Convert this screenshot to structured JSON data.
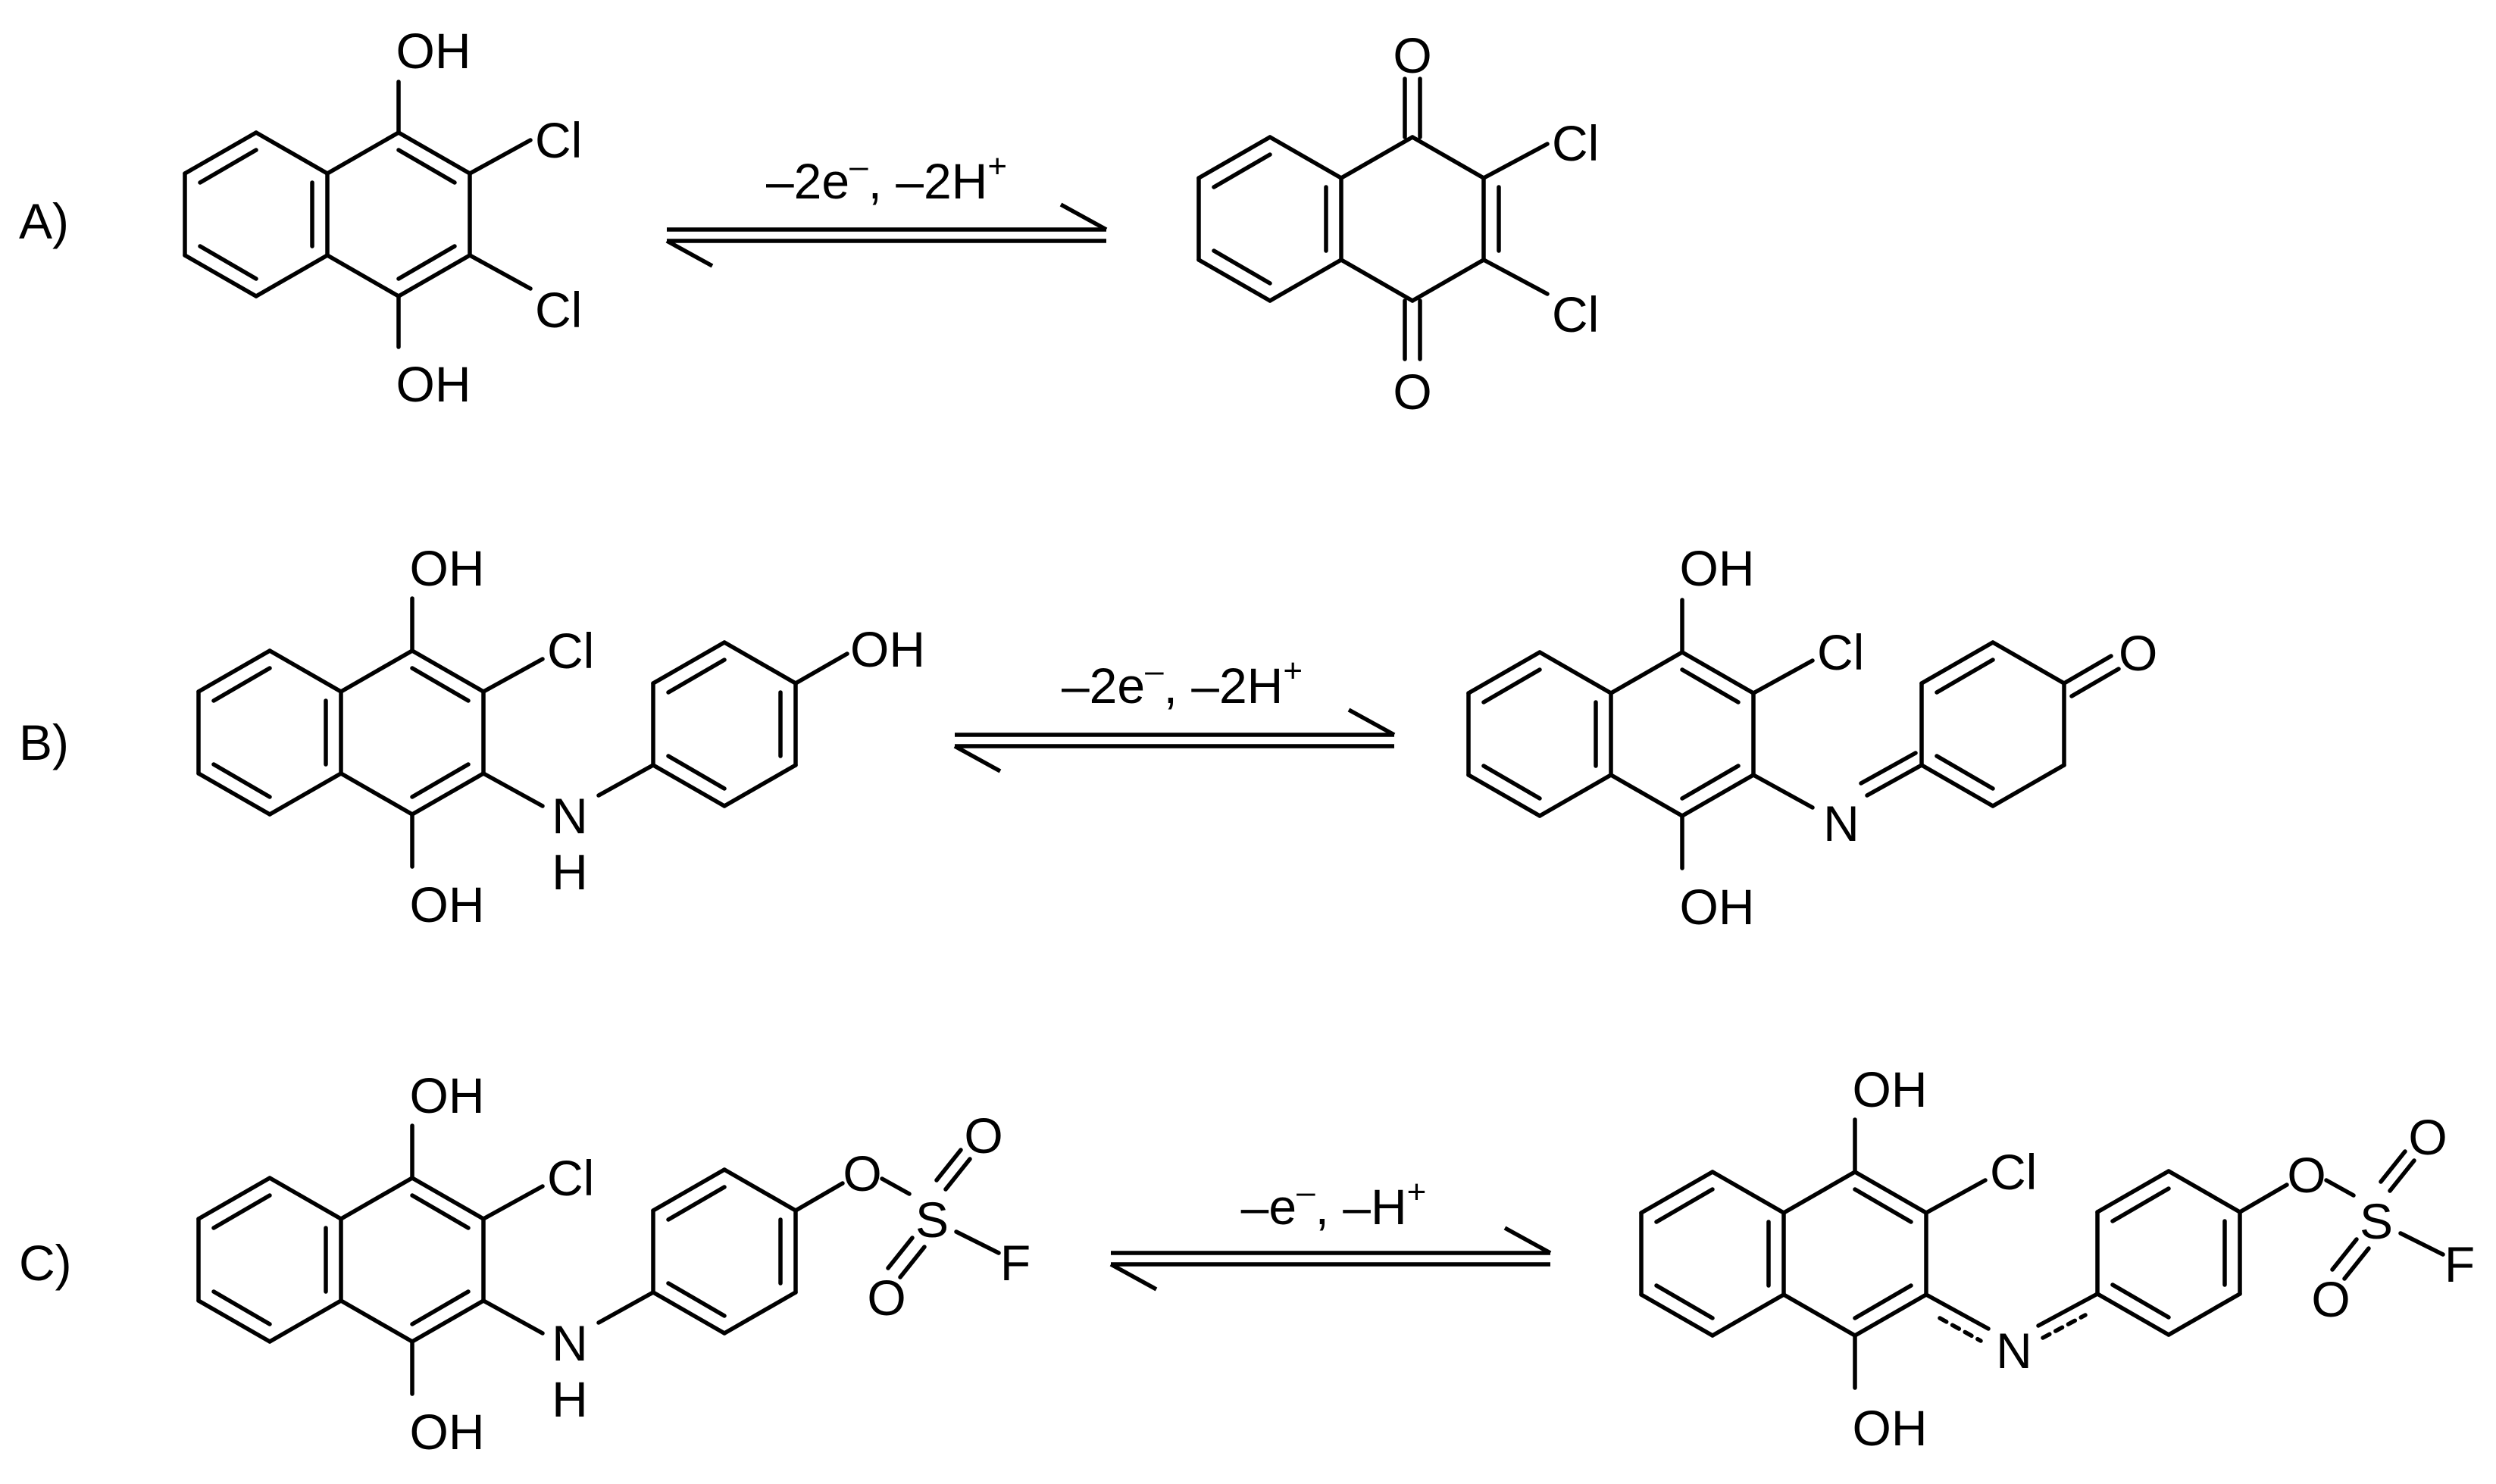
{
  "panels": [
    {
      "label": "A)",
      "condition": {
        "pre": "–2e",
        "pre_sup": "–",
        "mid": ", –2H",
        "post_sup": "+"
      },
      "reactant": {
        "o1": "OH",
        "o2": "OH",
        "x1": "Cl",
        "x2": "Cl"
      },
      "product": {
        "o1": "O",
        "o2": "O",
        "x1": "Cl",
        "x2": "Cl"
      }
    },
    {
      "label": "B)",
      "condition": {
        "pre": "–2e",
        "pre_sup": "–",
        "mid": ", –2H",
        "post_sup": "+"
      },
      "reactant": {
        "o1": "OH",
        "o2": "OH",
        "x1": "Cl",
        "n": "N",
        "nh": "H",
        "tail": "OH"
      },
      "product": {
        "o1": "OH",
        "o2": "OH",
        "x1": "Cl",
        "n": "N",
        "tail": "O"
      }
    },
    {
      "label": "C)",
      "condition": {
        "pre": "–e",
        "pre_sup": "–",
        "mid": ", –H",
        "post_sup": "+"
      },
      "reactant": {
        "o1": "OH",
        "o2": "OH",
        "x1": "Cl",
        "n": "N",
        "nh": "H",
        "o_link": "O",
        "s": "S",
        "o_s1": "O",
        "o_s2": "O",
        "f": "F"
      },
      "product": {
        "o1": "OH",
        "o2": "OH",
        "x1": "Cl",
        "n": "N",
        "o_link": "O",
        "s": "S",
        "o_s1": "O",
        "o_s2": "O",
        "f": "F"
      }
    }
  ]
}
